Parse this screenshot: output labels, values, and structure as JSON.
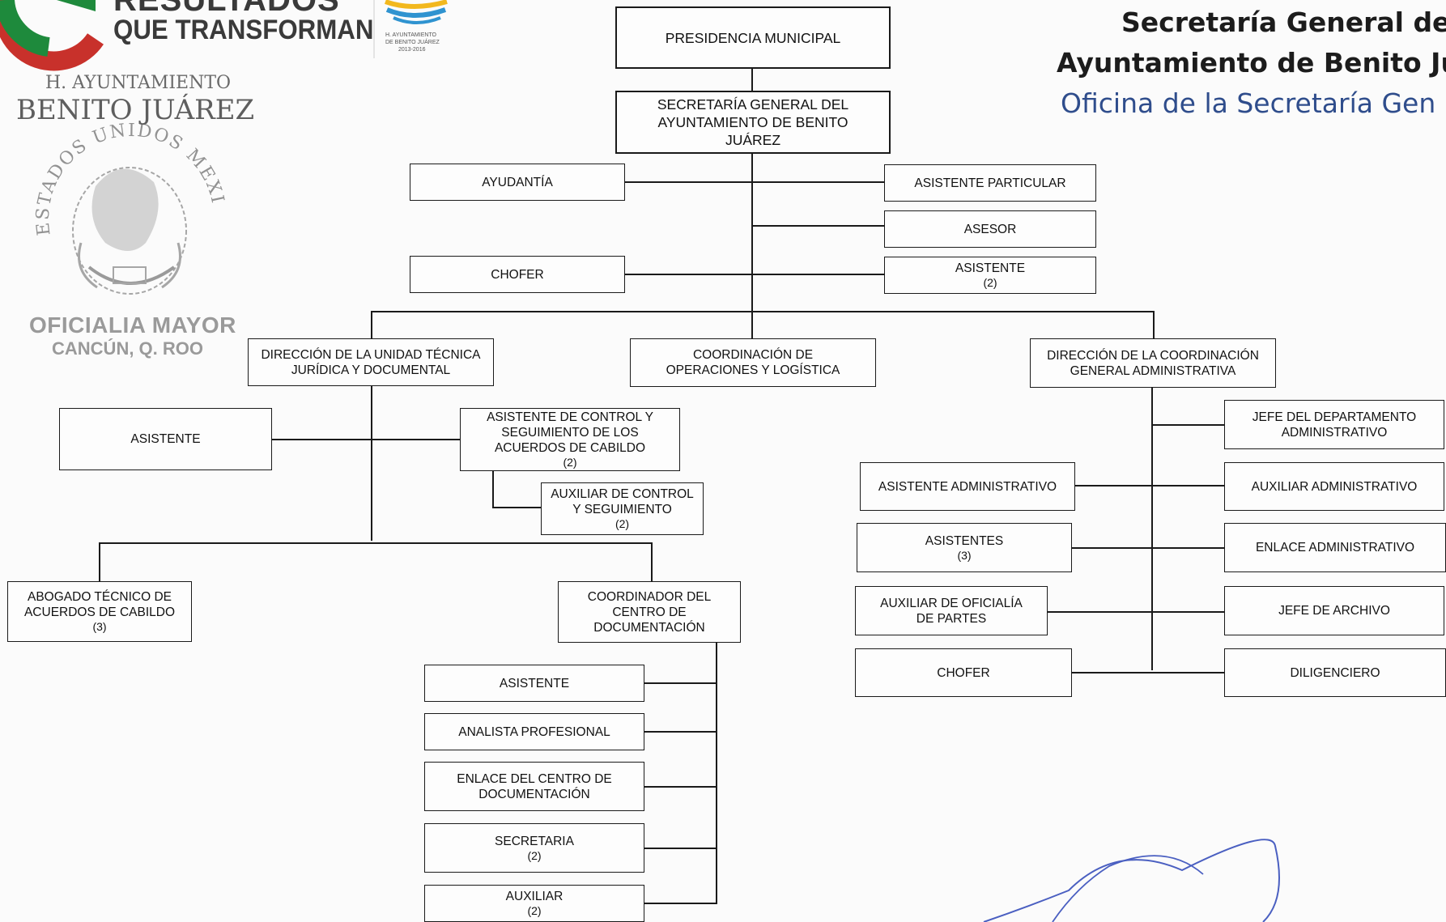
{
  "header": {
    "line1": "Secretaría General del",
    "line2": "Ayuntamiento de Benito Juá",
    "line3": "Oficina de la Secretaría Gen"
  },
  "logos": {
    "campaign_top": "RESULTADOS",
    "campaign_bottom": "QUE TRANSFORMAN",
    "municipal_small_1": "H. AYUNTAMIENTO",
    "municipal_small_2": "DE BENITO JUÁREZ",
    "municipal_small_3": "2013-2016",
    "stamp_top": "H. AYUNTAMIENTO",
    "stamp_name": "BENITO JUÁREZ",
    "stamp_ring": "ESTADOS UNIDOS MEXICANOS",
    "stamp_office": "OFICIALIA MAYOR",
    "stamp_city": "CANCÚN, Q. ROO"
  },
  "colors": {
    "accent_green": "#1e8a3c",
    "accent_red": "#c8312b",
    "header_blue": "#2f4d8c",
    "stamp_gray": "#8a8a8a",
    "signature_blue": "#4a5fc1"
  },
  "org": {
    "presidencia": [
      "PRESIDENCIA MUNICIPAL"
    ],
    "secretaria": [
      "SECRETARÍA GENERAL DEL",
      "AYUNTAMIENTO DE BENITO",
      "JUÁREZ"
    ],
    "ayudantia": [
      "AYUDANTÍA"
    ],
    "chofer_top": [
      "CHOFER"
    ],
    "asistente_particular": [
      "ASISTENTE PARTICULAR"
    ],
    "asesor": [
      "ASESOR"
    ],
    "asistente_top": [
      "ASISTENTE",
      "(2)"
    ],
    "direccion_juridica": [
      "DIRECCIÓN DE LA UNIDAD  TÉCNICA",
      "JURÍDICA Y DOCUMENTAL"
    ],
    "coordinacion_operaciones": [
      "COORDINACIÓN DE",
      "OPERACIONES Y LOGÍSTICA"
    ],
    "direccion_administrativa": [
      "DIRECCIÓN DE LA COORDINACIÓN",
      "GENERAL ADMINISTRATIVA"
    ],
    "asistente_juridica": [
      "ASISTENTE"
    ],
    "asistente_cabildo": [
      "ASISTENTE DE CONTROL Y",
      "SEGUIMIENTO DE LOS",
      "ACUERDOS DE CABILDO",
      "(2)"
    ],
    "auxiliar_control": [
      "AUXILIAR DE CONTROL",
      "Y SEGUIMIENTO",
      "(2)"
    ],
    "abogado_tecnico": [
      "ABOGADO TÉCNICO DE",
      "ACUERDOS DE CABILDO",
      "(3)"
    ],
    "coordinador_documentacion": [
      "COORDINADOR  DEL",
      "CENTRO DE",
      "DOCUMENTACIÓN"
    ],
    "doc_asistente": [
      "ASISTENTE"
    ],
    "doc_analista": [
      "ANALISTA PROFESIONAL"
    ],
    "doc_enlace": [
      "ENLACE DEL CENTRO DE",
      "DOCUMENTACIÓN"
    ],
    "doc_secretaria": [
      "SECRETARIA",
      "(2)"
    ],
    "doc_auxiliar": [
      "AUXILIAR",
      "(2)"
    ],
    "adm_asistente_administrativo": [
      "ASISTENTE ADMINISTRATIVO"
    ],
    "adm_asistentes": [
      "ASISTENTES",
      "(3)"
    ],
    "adm_auxiliar_oficialia": [
      "AUXILIAR DE OFICIALÍA",
      "DE PARTES"
    ],
    "adm_chofer": [
      "CHOFER"
    ],
    "adm_jefe_departamento": [
      "JEFE DEL DEPARTAMENTO",
      "ADMINISTRATIVO"
    ],
    "adm_auxiliar_administrativo": [
      "AUXILIAR ADMINISTRATIVO"
    ],
    "adm_enlace_administrativo": [
      "ENLACE ADMINISTRATIVO"
    ],
    "adm_jefe_archivo": [
      "JEFE DE ARCHIVO"
    ],
    "adm_diligenciero": [
      "DILIGENCIERO"
    ]
  }
}
